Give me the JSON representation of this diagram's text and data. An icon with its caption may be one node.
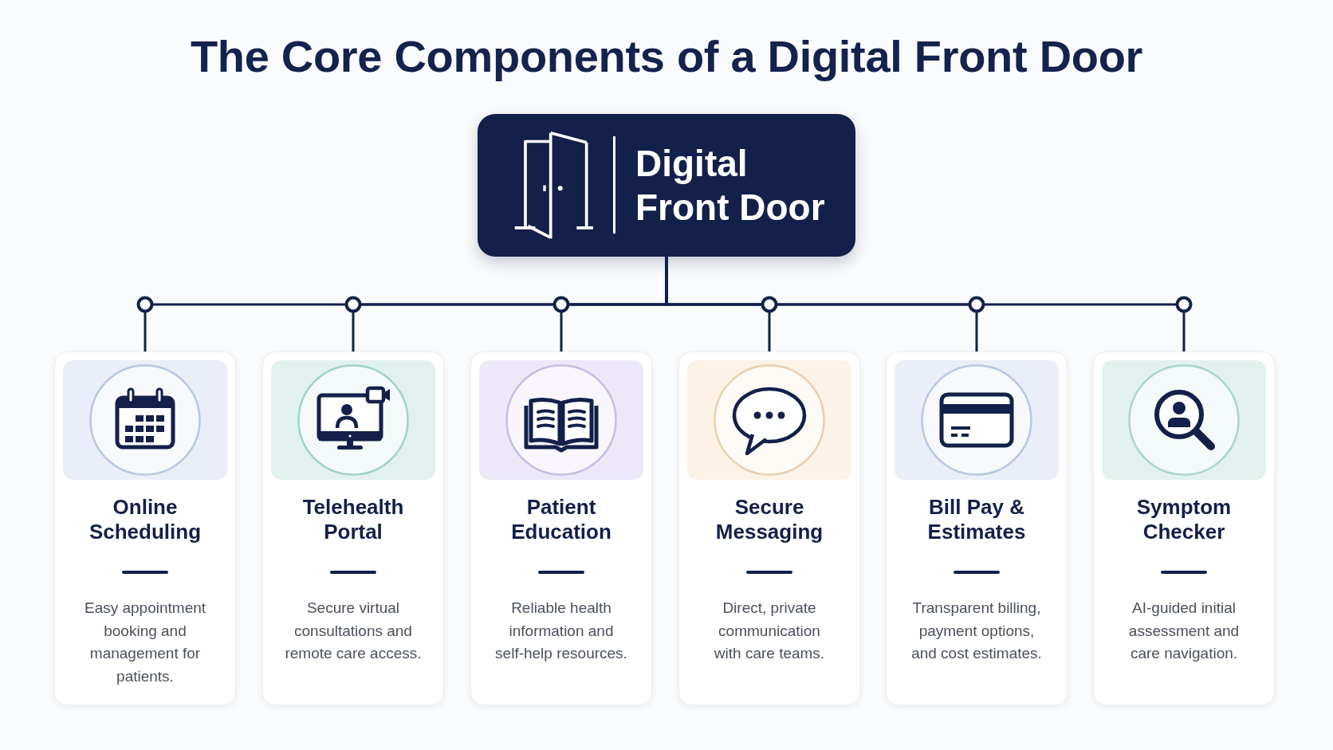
{
  "diagram": {
    "title": "The Core Components of a Digital Front Door",
    "nodes": [
      {
        "text": [
          "Digital Front Door"
        ]
      },
      {
        "text": [
          "Online Scheduling",
          "Easy appointment booking and management for patients."
        ]
      },
      {
        "text": [
          "Telehealth Portal",
          "Secure virtual consultations and remote care access."
        ]
      },
      {
        "text": [
          "Patient Education",
          "Reliable health information and self-help resources."
        ]
      },
      {
        "text": [
          "Secure Messaging",
          "Direct, private communication with care teams."
        ]
      },
      {
        "text": [
          "Bill Pay & Estimates",
          "Transparent billing, payment options, and cost estimates."
        ]
      },
      {
        "text": [
          "Symptom Checker",
          "AI-guided initial assessment and care navigation."
        ]
      }
    ],
    "edges": [
      {
        "from": 0,
        "to": 1,
        "arrow": "none"
      },
      {
        "from": 0,
        "to": 2,
        "arrow": "none"
      },
      {
        "from": 0,
        "to": 3,
        "arrow": "none"
      },
      {
        "from": 0,
        "to": 4,
        "arrow": "none"
      },
      {
        "from": 0,
        "to": 5,
        "arrow": "none"
      },
      {
        "from": 0,
        "to": 6,
        "arrow": "none"
      }
    ]
  }
}
